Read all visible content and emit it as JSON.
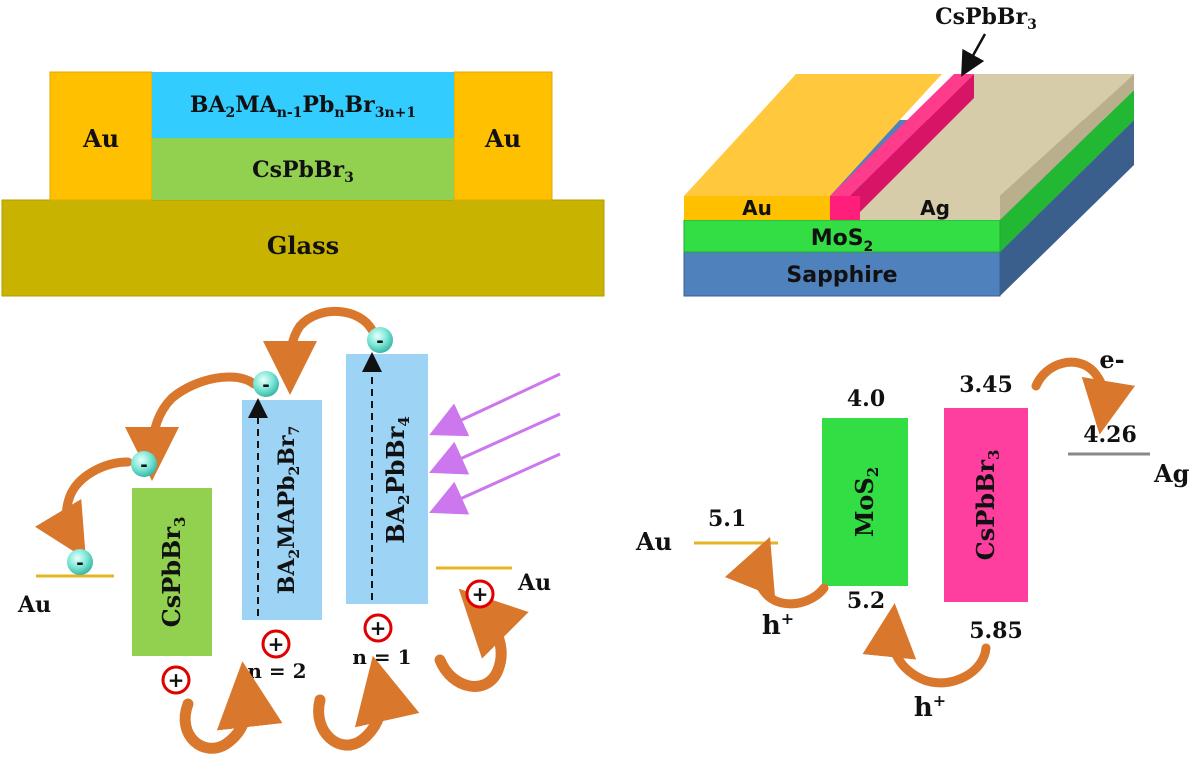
{
  "device_a": {
    "substrate": "Glass",
    "contact_left": "Au",
    "contact_right": "Au",
    "top_layer": {
      "base": "BA",
      "s1": "2",
      "m": "MA",
      "s2": "n-1",
      "p": "Pb",
      "s3": "n",
      "b": "Br",
      "s4": "3n+1"
    },
    "bottom_layer": {
      "base": "CsPbBr",
      "sub": "3"
    }
  },
  "device_b": {
    "pointer": {
      "base": "CsPbBr",
      "sub": "3"
    },
    "left_contact": "Au",
    "right_contact": "Ag",
    "layer": {
      "base": "MoS",
      "sub": "2"
    },
    "substrate": "Sapphire"
  },
  "band_a": {
    "left_electrode": "Au",
    "right_electrode": "Au",
    "electron_sign": "-",
    "hole_sign": "+",
    "col1": {
      "base": "CsPbBr",
      "sub": "3"
    },
    "col2": {
      "t1": "BA",
      "s1": "2",
      "t2": "MAPb",
      "s2": "2",
      "t3": "Br",
      "s3": "7"
    },
    "col3": {
      "t1": "BA",
      "s1": "2",
      "t2": "PbBr",
      "s2": "4"
    },
    "n2": "n = 2",
    "n1": "n = 1"
  },
  "band_b": {
    "au_label": "Au",
    "au_value": "5.1",
    "mos2": {
      "base": "MoS",
      "sub": "2",
      "top": "4.0",
      "bottom": "5.2"
    },
    "cspbbr3": {
      "base": "CsPbBr",
      "sub": "3",
      "top": "3.45",
      "bottom": "5.85"
    },
    "ag_label": "Ag",
    "ag_value": "4.26",
    "electron_label": "e-",
    "hole_base": "h",
    "hole_sup": "+"
  },
  "colors": {
    "au": "#FFC000",
    "glass": "#C8B400",
    "perovskite_2d": "#33CCFF",
    "cspbbr3_green": "#92D050",
    "ag": "#D6CCAA",
    "pink": "#FF1F7A",
    "mos2": "#33DD44",
    "sapphire": "#4F81BD",
    "band_blue": "#9DD3F5",
    "arrow": "#D9782D",
    "hole_red": "#E00000",
    "electron": "#7FE8D8",
    "light": "#CC77EE"
  }
}
